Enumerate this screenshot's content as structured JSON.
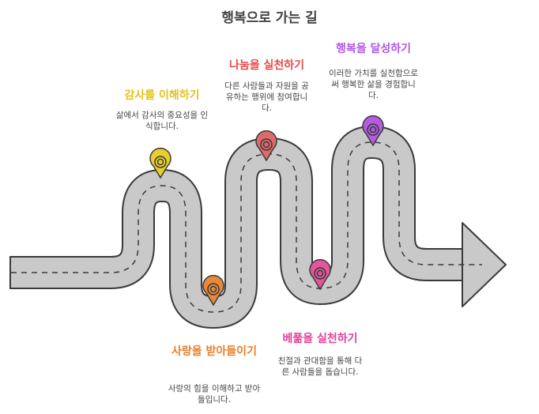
{
  "title": "행복으로 가는 길",
  "colors": {
    "road": "#c9c9c9",
    "outline": "#3a3a3a",
    "yellow": "#e8cf2a",
    "red": "#e06a6a",
    "purple": "#b45be0",
    "orange": "#e8893a",
    "pink": "#e3569c"
  },
  "steps": [
    {
      "title": "감사를 이해하기",
      "desc": "삶에서 감사의 중요성을 인식합니다.",
      "color": "#e2c21a"
    },
    {
      "title": "사랑을 받아들이기",
      "desc": "사랑의 힘을 이해하고 받아들입니다.",
      "color": "#ea7d25"
    },
    {
      "title": "나눔을 실천하기",
      "desc": "다른 사람들과 자원을 공유하는 행위에 참여합니다.",
      "color": "#e84848"
    },
    {
      "title": "베풂을 실천하기",
      "desc": "친절과 관대함을 통해 다른 사람들을 돕습니다.",
      "color": "#e0409a"
    },
    {
      "title": "행복을 달성하기",
      "desc": "이러한 가치를 실천함으로써 행복한 삶을 경험합니다.",
      "color": "#b257e6"
    }
  ]
}
